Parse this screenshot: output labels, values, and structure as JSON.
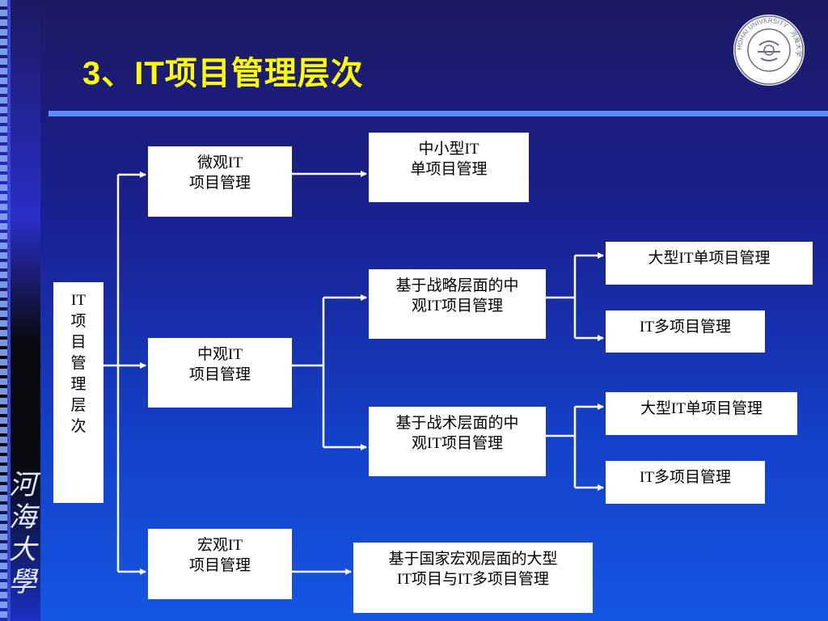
{
  "title": "3、IT项目管理层次",
  "logo": {
    "icon": "university-seal-icon",
    "text": "HOHAI UNIVERSITY · 河海大学"
  },
  "sidebar": {
    "calligraphy": [
      "河",
      "海",
      "大",
      "學"
    ]
  },
  "diagram": {
    "root": "IT\n项\n目\n管\n理\n层\n次",
    "micro": "微观IT\n项目管理",
    "micro_child": "中小型IT\n单项目管理",
    "meso": "中观IT\n项目管理",
    "strategic": "基于战略层面的中\n观IT项目管理",
    "strategic_a": "大型IT单项目管理",
    "strategic_b": "IT多项目管理",
    "tactical": "基于战术层面的中\n观IT项目管理",
    "tactical_a": "大型IT单项目管理",
    "tactical_b": "IT多项目管理",
    "macro": "宏观IT\n项目管理",
    "macro_child": "基于国家宏观层面的大型\nIT项目与IT多项目管理"
  },
  "colors": {
    "title": "#ffff00",
    "rule": "#5c8cff",
    "box": "#ffffff",
    "connector": "#ffffff"
  }
}
